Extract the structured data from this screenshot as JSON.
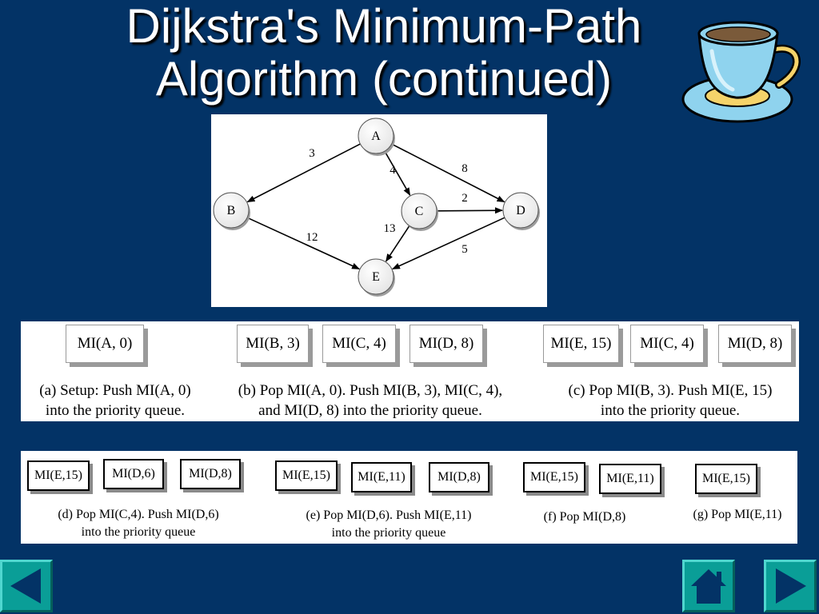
{
  "title": {
    "line1": "Dijkstra's Minimum-Path",
    "line2": "Algorithm (continued)"
  },
  "graph": {
    "nodes": [
      "A",
      "B",
      "C",
      "D",
      "E"
    ],
    "edges": [
      {
        "from": "A",
        "to": "B",
        "weight": "3"
      },
      {
        "from": "A",
        "to": "C",
        "weight": "4"
      },
      {
        "from": "A",
        "to": "D",
        "weight": "8"
      },
      {
        "from": "C",
        "to": "D",
        "weight": "2"
      },
      {
        "from": "B",
        "to": "E",
        "weight": "12"
      },
      {
        "from": "C",
        "to": "E",
        "weight": "13"
      },
      {
        "from": "D",
        "to": "E",
        "weight": "5"
      }
    ]
  },
  "steps_top": [
    {
      "boxes": [
        "MI(A, 0)"
      ],
      "caption": [
        "(a) Setup:  Push MI(A, 0)",
        "into the priority queue."
      ]
    },
    {
      "boxes": [
        "MI(B, 3)",
        "MI(C, 4)",
        "MI(D, 8)"
      ],
      "caption": [
        "(b) Pop  MI(A, 0).  Push MI(B, 3), MI(C, 4),",
        "and MI(D, 8)  into the  priority queue."
      ]
    },
    {
      "boxes": [
        "MI(E, 15)",
        "MI(C, 4)",
        "MI(D, 8)"
      ],
      "caption": [
        "(c) Pop  MI(B, 3).  Push MI(E, 15)",
        "into the  priority queue."
      ]
    }
  ],
  "steps_bottom": [
    {
      "boxes": [
        "MI(E,15)",
        "MI(D,6)",
        "MI(D,8)"
      ],
      "caption": [
        "(d) Pop  MI(C,4).  Push MI(D,6)",
        "into the  priority queue"
      ]
    },
    {
      "boxes": [
        "MI(E,15)",
        "MI(E,11)",
        "MI(D,8)"
      ],
      "caption": [
        "(e) Pop  MI(D,6).  Push MI(E,11)",
        "into the  priority queue"
      ]
    },
    {
      "boxes": [
        "MI(E,15)",
        "MI(E,11)"
      ],
      "caption": [
        "(f) Pop  MI(D,8)"
      ]
    },
    {
      "boxes": [
        "MI(E,15)"
      ],
      "caption": [
        "(g) Pop  MI(E,11)"
      ]
    }
  ],
  "nav": {
    "prev_icon": "left-arrow-icon",
    "home_icon": "home-icon",
    "next_icon": "right-arrow-icon",
    "color": "#0a9e97"
  }
}
